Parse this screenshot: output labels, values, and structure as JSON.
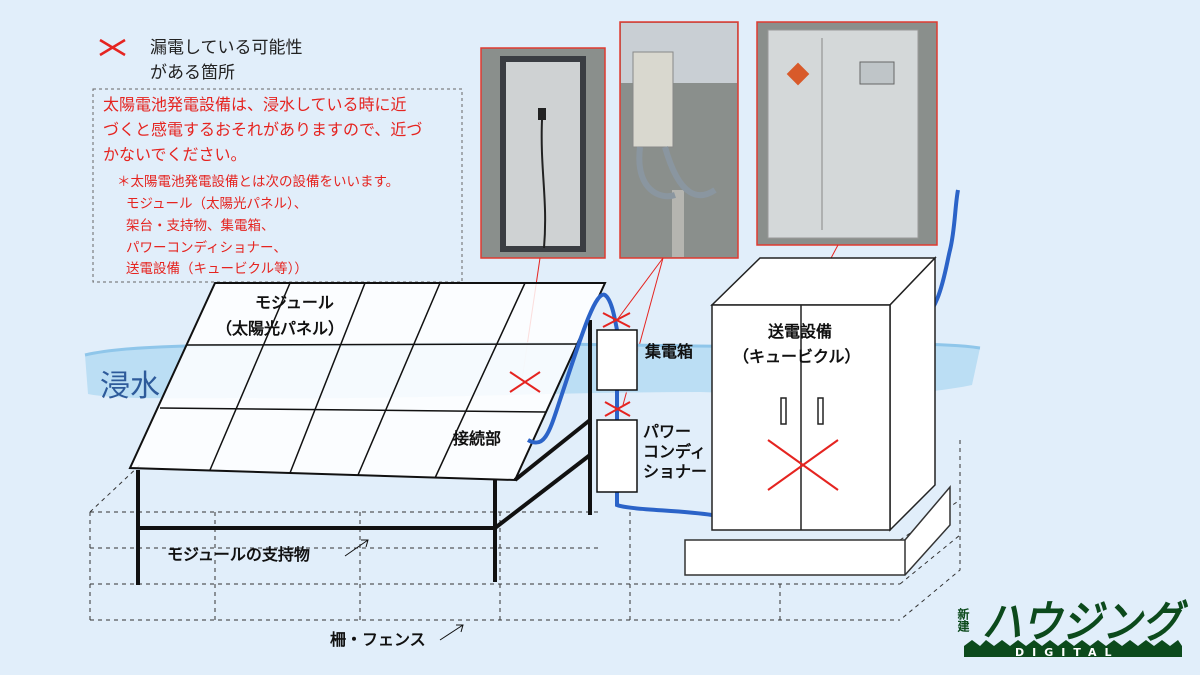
{
  "legend": {
    "icon": "red-x-icon",
    "line1": "漏電している可能性",
    "line2": "がある箇所"
  },
  "warning": {
    "lines": [
      "太陽電池発電設備は、浸水している時に近",
      "づくと感電するおそれがありますので、近づ",
      "かないでください。"
    ],
    "note_lines": [
      "＊太陽電池発電設備とは次の設備をいいます。",
      "モジュール（太陽光パネル）、",
      "架台・支持物、集電箱、",
      "パワーコンディショナー、",
      "送電設備（キュービクル等））"
    ]
  },
  "labels": {
    "module": "モジュール",
    "module_sub": "（太陽光パネル）",
    "flood": "浸水",
    "junction": "接続部",
    "combiner": "集電箱",
    "pcs": [
      "パワー",
      "コンディ",
      "ショナー"
    ],
    "cubicle": "送電設備",
    "cubicle_sub": "（キュービクル）",
    "support": "モジュールの支持物",
    "fence": "柵・フェンス"
  },
  "logo": {
    "prefix": "新建",
    "main": "ハウジング",
    "sub": "DIGITAL"
  },
  "colors": {
    "warning": "#e52420",
    "water": "#b7dcf3",
    "flood_text": "#2d5a9a",
    "cable": "#2b63c8",
    "logo": "#0c4a1c",
    "background": "#e1eefa"
  }
}
